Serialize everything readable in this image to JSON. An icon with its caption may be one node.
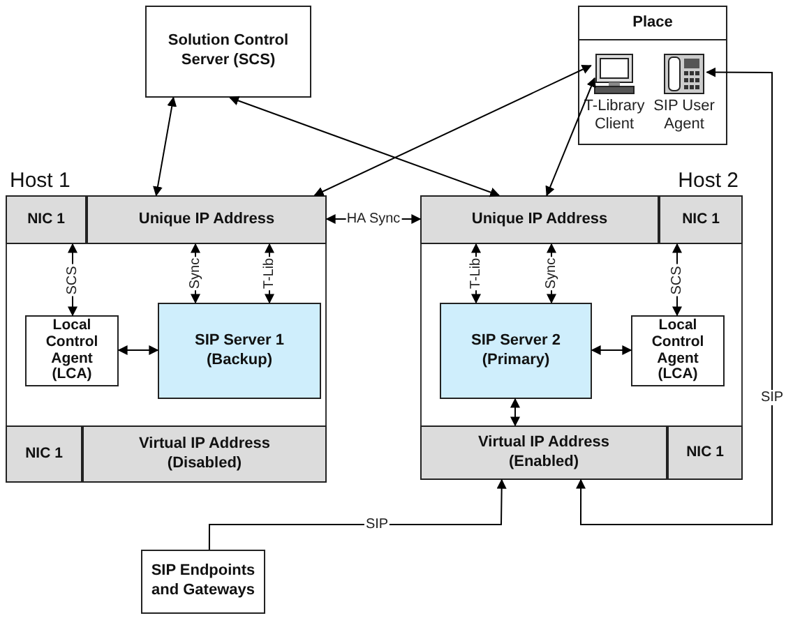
{
  "diagram": {
    "nodes": [
      {
        "text": [
          "Solution Control Server (SCS)"
        ]
      },
      {
        "text": [
          "Place"
        ]
      },
      {
        "text": [
          "T-Library Client"
        ],
        "in": 1
      },
      {
        "text": [
          "SIP User Agent"
        ],
        "in": 1
      },
      {
        "text": [
          "Host 1"
        ]
      },
      {
        "text": [
          "NIC 1"
        ],
        "in": 4
      },
      {
        "text": [
          "Unique IP Address"
        ],
        "in": 4
      },
      {
        "text": [
          "Local Control Agent (LCA)"
        ],
        "in": 4
      },
      {
        "text": [
          "SIP Server 1 (Backup)"
        ],
        "in": 4
      },
      {
        "text": [
          "NIC 1"
        ],
        "in": 4
      },
      {
        "text": [
          "Virtual IP Address (Disabled)"
        ],
        "in": 4
      },
      {
        "text": [
          "Host 2"
        ]
      },
      {
        "text": [
          "Unique IP Address"
        ],
        "in": 11
      },
      {
        "text": [
          "NIC 1"
        ],
        "in": 11
      },
      {
        "text": [
          "SIP Server 2 (Primary)"
        ],
        "in": 11
      },
      {
        "text": [
          "Local Control Agent (LCA)"
        ],
        "in": 11
      },
      {
        "text": [
          "Virtual IP Address (Enabled)"
        ],
        "in": 11
      },
      {
        "text": [
          "NIC 1"
        ],
        "in": 11
      },
      {
        "text": [
          "SIP Endpoints and Gateways"
        ]
      }
    ],
    "edges": [
      {
        "from": 0,
        "to": 6,
        "arrow": "both"
      },
      {
        "from": 0,
        "to": 12,
        "arrow": "both"
      },
      {
        "from": 2,
        "to": 6,
        "arrow": "both"
      },
      {
        "from": 2,
        "to": 12,
        "arrow": "both"
      },
      {
        "from": 6,
        "to": 12,
        "arrow": "both",
        "label": "HA Sync"
      },
      {
        "from": 5,
        "to": 7,
        "arrow": "both",
        "label": "SCS"
      },
      {
        "from": 6,
        "to": 8,
        "arrow": "both",
        "label": "Sync"
      },
      {
        "from": 6,
        "to": 8,
        "arrow": "both",
        "label": "T-Lib"
      },
      {
        "from": 7,
        "to": 8,
        "arrow": "both"
      },
      {
        "from": 12,
        "to": 14,
        "arrow": "both",
        "label": "T-Lib"
      },
      {
        "from": 12,
        "to": 14,
        "arrow": "both",
        "label": "Sync"
      },
      {
        "from": 13,
        "to": 15,
        "arrow": "both",
        "label": "SCS"
      },
      {
        "from": 14,
        "to": 15,
        "arrow": "both"
      },
      {
        "from": 14,
        "to": 16,
        "arrow": "both"
      },
      {
        "from": 18,
        "to": 16,
        "arrow": "to",
        "label": "SIP"
      },
      {
        "from": 16,
        "to": 3,
        "arrow": "both",
        "label": "SIP"
      }
    ]
  }
}
